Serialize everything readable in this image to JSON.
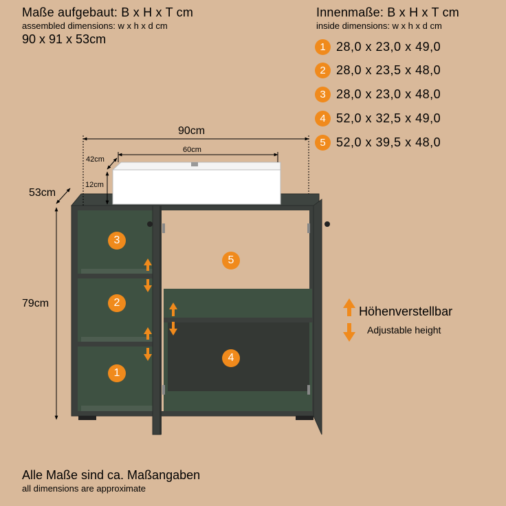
{
  "header_left": {
    "title_de": "Maße aufgebaut: B x H x T cm",
    "title_en": "assembled dimensions: w x h x d cm",
    "value": "90 x 91 x 53cm"
  },
  "header_right": {
    "title_de": "Innenmaße: B x H x T cm",
    "title_en": "inside dimensions: w x h x d cm",
    "items": [
      {
        "num": "1",
        "value": "28,0 x 23,0 x 49,0"
      },
      {
        "num": "2",
        "value": "28,0 x 23,5 x 48,0"
      },
      {
        "num": "3",
        "value": "28,0 x 23,0 x 48,0"
      },
      {
        "num": "4",
        "value": "52,0 x 32,5 x 49,0"
      },
      {
        "num": "5",
        "value": "52,0 x 39,5 x 48,0"
      }
    ]
  },
  "dimensions": {
    "width_total": "90cm",
    "sink_width": "60cm",
    "sink_depth": "42cm",
    "sink_height": "12cm",
    "depth": "53cm",
    "height": "79cm"
  },
  "compartments": [
    "1",
    "2",
    "3",
    "4",
    "5"
  ],
  "legend": {
    "title_de": "Höhenverstellbar",
    "title_en": "Adjustable height"
  },
  "footer": {
    "line_de": "Alle Maße sind ca. Maßangaben",
    "line_en": "all dimensions are approximate"
  },
  "colors": {
    "background": "#d9b99a",
    "cabinet": "#3b3f3c",
    "interior": "#3e5142",
    "accent": "#f08a1c",
    "sink": "#ffffff"
  }
}
